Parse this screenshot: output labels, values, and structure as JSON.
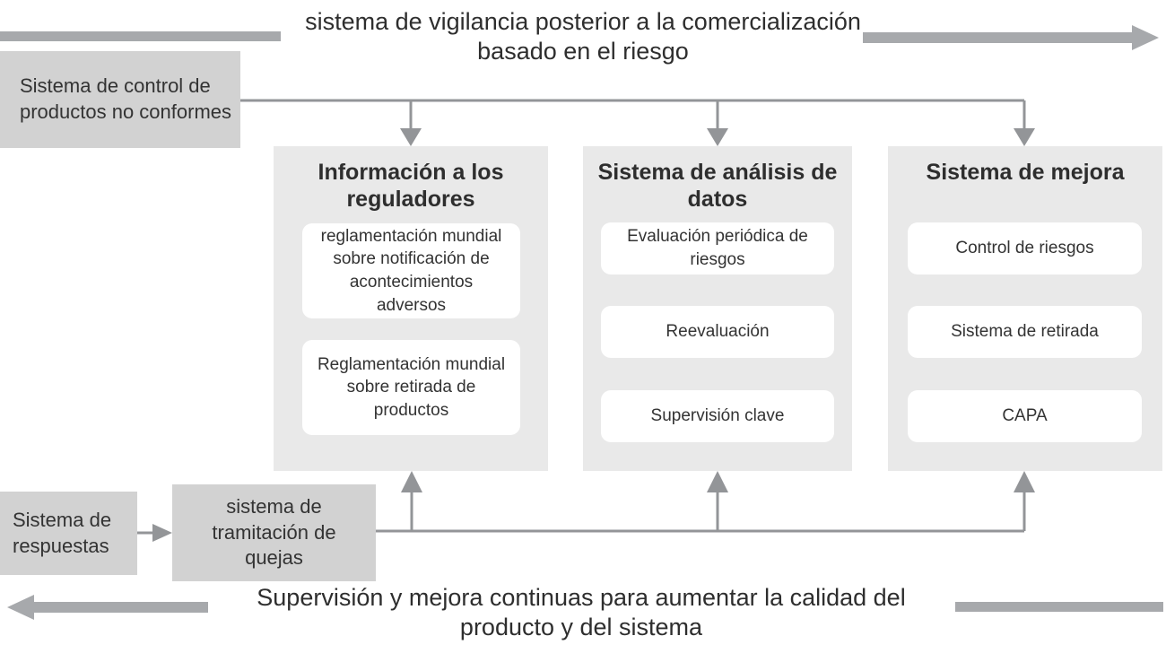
{
  "banners": {
    "top": "sistema de vigilancia posterior a la comercialización basado en el riesgo",
    "bottom": "Supervisión y mejora continuas para aumentar la calidad del producto y del sistema"
  },
  "boxes": {
    "control": "Sistema de control de productos no conformes",
    "responses": "Sistema de respuestas",
    "complaints": "sistema de tramitación de quejas"
  },
  "columns": [
    {
      "title": "Información a los reguladores",
      "items": [
        "reglamentación mundial sobre notificación de acontecimientos adversos",
        "Reglamentación mundial sobre retirada de productos"
      ]
    },
    {
      "title": "Sistema de análisis de datos",
      "items": [
        "Evaluación periódica de riesgos",
        "Reevaluación",
        "Supervisión clave"
      ]
    },
    {
      "title": "Sistema de mejora",
      "items": [
        "Control de riesgos",
        "Sistema de retirada",
        "CAPA"
      ]
    }
  ],
  "colors": {
    "panel_background": "#e9e9e9",
    "solid_box": "#d2d2d2",
    "item_box": "#ffffff",
    "arrow_thick": "#a7a9ac",
    "connector_line": "#939598",
    "text": "#3a3a3a"
  },
  "icons": {
    "arrow_right_top": "arrow-right-icon",
    "arrow_left_bottom": "arrow-left-icon",
    "bar_top_left": "bar-icon",
    "bar_bottom_right": "bar-icon"
  }
}
